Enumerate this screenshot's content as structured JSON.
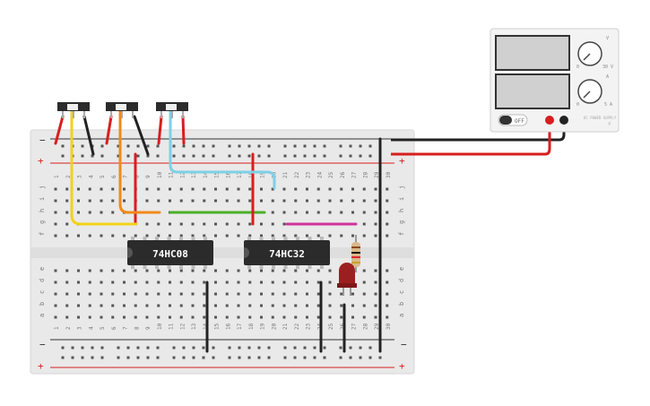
{
  "breadboard": {
    "rail_signs": {
      "minus": "−",
      "plus": "+"
    },
    "row_letters_top": [
      "j",
      "i",
      "h",
      "g",
      "f"
    ],
    "row_letters_bottom": [
      "e",
      "d",
      "c",
      "b",
      "a"
    ],
    "column_numbers": [
      "1",
      "2",
      "3",
      "4",
      "5",
      "6",
      "7",
      "8",
      "9",
      "10",
      "11",
      "12",
      "13",
      "14",
      "15",
      "16",
      "17",
      "18",
      "19",
      "20",
      "21",
      "22",
      "23",
      "24",
      "25",
      "26",
      "27",
      "28",
      "29",
      "30"
    ]
  },
  "chips": [
    {
      "label": "74HC08"
    },
    {
      "label": "74HC32"
    }
  ],
  "power_supply": {
    "switch_label": "OFF",
    "knob1_marks": [
      "V",
      "0",
      "30 V"
    ],
    "knob2_marks": [
      "A",
      "0",
      "5 A"
    ],
    "brand_label": "DC POWER SUPPLY"
  },
  "switches": [
    {
      "name": "switch-1"
    },
    {
      "name": "switch-2"
    },
    {
      "name": "switch-3"
    }
  ],
  "wire_colors": {
    "red": "#d81e1e",
    "black": "#222222",
    "yellow": "#f2d21b",
    "orange": "#f08a1c",
    "cyan": "#7fd0e6",
    "green": "#4caf28",
    "magenta": "#d0339a"
  }
}
